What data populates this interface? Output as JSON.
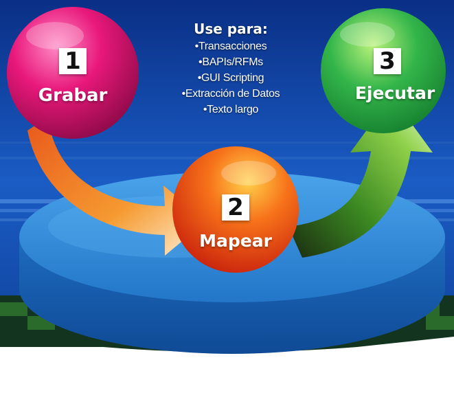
{
  "use_panel": {
    "title": "Use para:",
    "items": [
      "Transacciones",
      "BAPIs/RFMs",
      "GUI Scripting",
      "Extracción de Datos",
      "Texto largo"
    ]
  },
  "steps": [
    {
      "number": "1",
      "label": "Grabar",
      "color": "#e8187a"
    },
    {
      "number": "2",
      "label": "Mapear",
      "color": "#ef4a16"
    },
    {
      "number": "3",
      "label": "Ejecutar",
      "color": "#2fb34a"
    }
  ],
  "colors": {
    "background": "#1548a8",
    "platform": "#2f86d6",
    "arrow_1_to_2": "#f08a1c",
    "arrow_2_to_3": "#8ccc3a"
  }
}
